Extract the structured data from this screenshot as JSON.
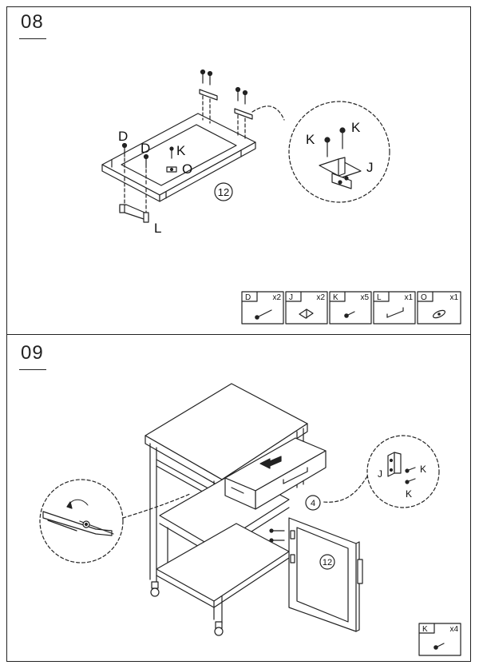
{
  "steps": [
    {
      "number": "08"
    },
    {
      "number": "09"
    }
  ],
  "step08": {
    "callouts": {
      "d1": "D",
      "d2": "D",
      "k_main": "K",
      "o": "O",
      "l": "L",
      "k_detail_1": "K",
      "k_detail_2": "K",
      "j_detail": "J"
    },
    "part_badge": "12",
    "parts": [
      {
        "code": "D",
        "qty": "x2",
        "icon": "long-screw-icon"
      },
      {
        "code": "J",
        "qty": "x2",
        "icon": "hinge-icon"
      },
      {
        "code": "K",
        "qty": "x5",
        "icon": "short-screw-icon"
      },
      {
        "code": "L",
        "qty": "x1",
        "icon": "handle-icon"
      },
      {
        "code": "O",
        "qty": "x1",
        "icon": "magnet-catch-icon"
      }
    ]
  },
  "step09": {
    "callouts": {
      "j_detail": "J",
      "k_detail_1": "K",
      "k_detail_2": "K"
    },
    "badges": {
      "drawer": "4",
      "door": "12"
    },
    "parts": [
      {
        "code": "K",
        "qty": "x4",
        "icon": "short-screw-icon"
      }
    ]
  }
}
